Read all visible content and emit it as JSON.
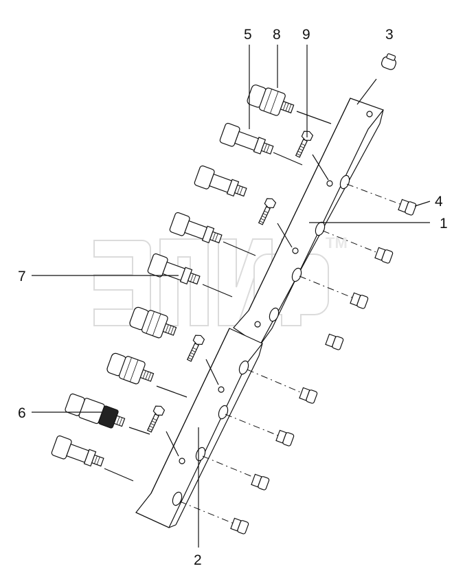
{
  "diagram": {
    "callouts": {
      "c1": "1",
      "c2": "2",
      "c3": "3",
      "c4": "4",
      "c5": "5",
      "c6": "6",
      "c7": "7",
      "c8": "8",
      "c9": "9"
    },
    "watermark_tm": "TM"
  }
}
